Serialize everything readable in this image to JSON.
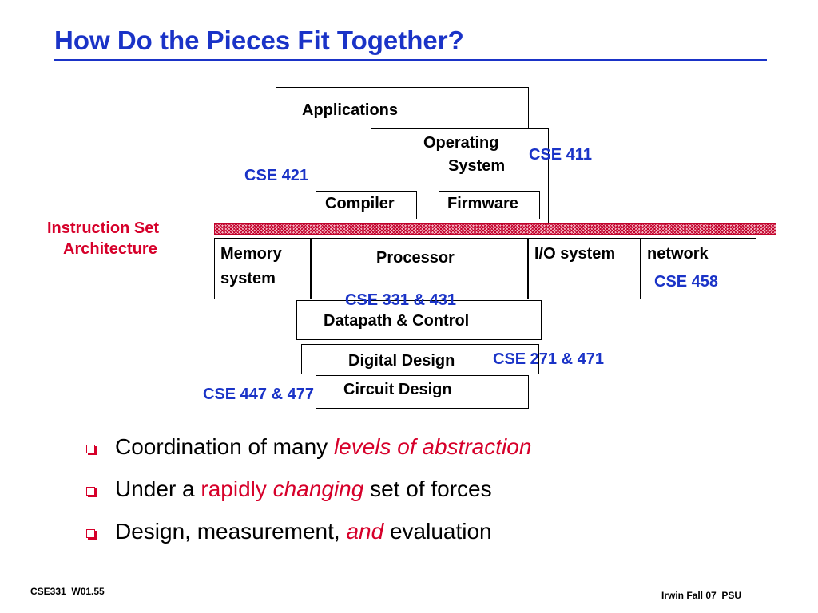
{
  "slide": {
    "title": "How Do the Pieces Fit Together?"
  },
  "diagram": {
    "applications": "Applications",
    "os_line1": "Operating",
    "os_line2": "System",
    "compiler": "Compiler",
    "firmware": "Firmware",
    "isa_line1": "Instruction Set",
    "isa_line2": "Architecture",
    "memory_line1": "Memory",
    "memory_line2": "system",
    "processor": "Processor",
    "io_system": "I/O system",
    "network": "network",
    "datapath": "Datapath & Control",
    "digital_design": "Digital Design",
    "circuit_design": "Circuit Design",
    "courses": {
      "cse411": "CSE 411",
      "cse421": "CSE 421",
      "cse458": "CSE 458",
      "cse331_431": "CSE 331 & 431",
      "cse271_471": "CSE 271 & 471",
      "cse447_477": "CSE 447 & 477"
    },
    "colors": {
      "course_label": "#1a33c7",
      "isa": "#d6002a"
    }
  },
  "bullets": [
    {
      "parts": [
        "Coordination of many ",
        "levels of abstraction"
      ]
    },
    {
      "parts": [
        "Under a ",
        "rapidly ",
        "changing",
        " set of forces"
      ]
    },
    {
      "parts": [
        "Design, measurement, ",
        "and",
        " evaluation"
      ]
    }
  ],
  "footer": {
    "left": "CSE331  W01.55",
    "right": "Irwin Fall 07  PSU"
  }
}
